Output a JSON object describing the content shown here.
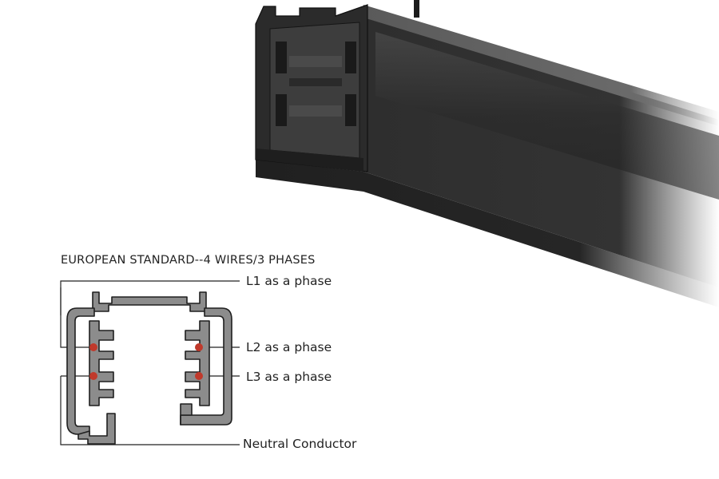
{
  "diagram": {
    "title": "EUROPEAN STANDARD--4 WIRES/3 PHASES",
    "labels": {
      "l1": "L1 as a phase",
      "l2": "L2 as a phase",
      "l3": "L3 as a phase",
      "neutral": "Neutral Conductor"
    }
  },
  "colors": {
    "track_body": "#3a3a3a",
    "profile_fill": "#8c8c8c",
    "profile_stroke": "#1f1f1f",
    "contact_dot": "#c0392b",
    "leader_line": "#222222"
  }
}
